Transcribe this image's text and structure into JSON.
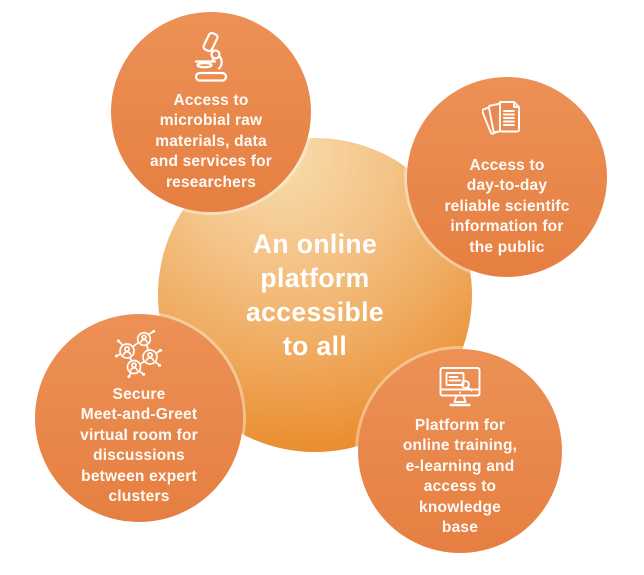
{
  "diagram": {
    "center": {
      "text": "An online\nplatform\naccessible\nto all"
    },
    "nodes": [
      {
        "id": "researcher-access",
        "icon": "microscope-icon",
        "text": "Access to\nmicrobial raw\nmaterials, data\nand services for\nresearchers"
      },
      {
        "id": "public-information",
        "icon": "documents-icon",
        "text": "Access to\nday-to-day\nreliable scientifc\ninformation for\nthe public"
      },
      {
        "id": "expert-meeting-room",
        "icon": "people-network-icon",
        "text": "Secure\nMeet-and-Greet\nvirtual room for\ndiscussions\nbetween expert\nclusters"
      },
      {
        "id": "training-knowledge-base",
        "icon": "monitor-learning-icon",
        "text": "Platform for\nonline training,\ne-learning and\naccess to\nknowledge\nbase"
      }
    ],
    "colors": {
      "background": "#FFFFFF",
      "node_orange_top": "#EC9156",
      "node_orange_bottom": "#E67F41",
      "center_gradient_top": "#F8DCAB",
      "center_gradient_bottom": "#E8821C",
      "text": "#FFFFFF"
    }
  }
}
